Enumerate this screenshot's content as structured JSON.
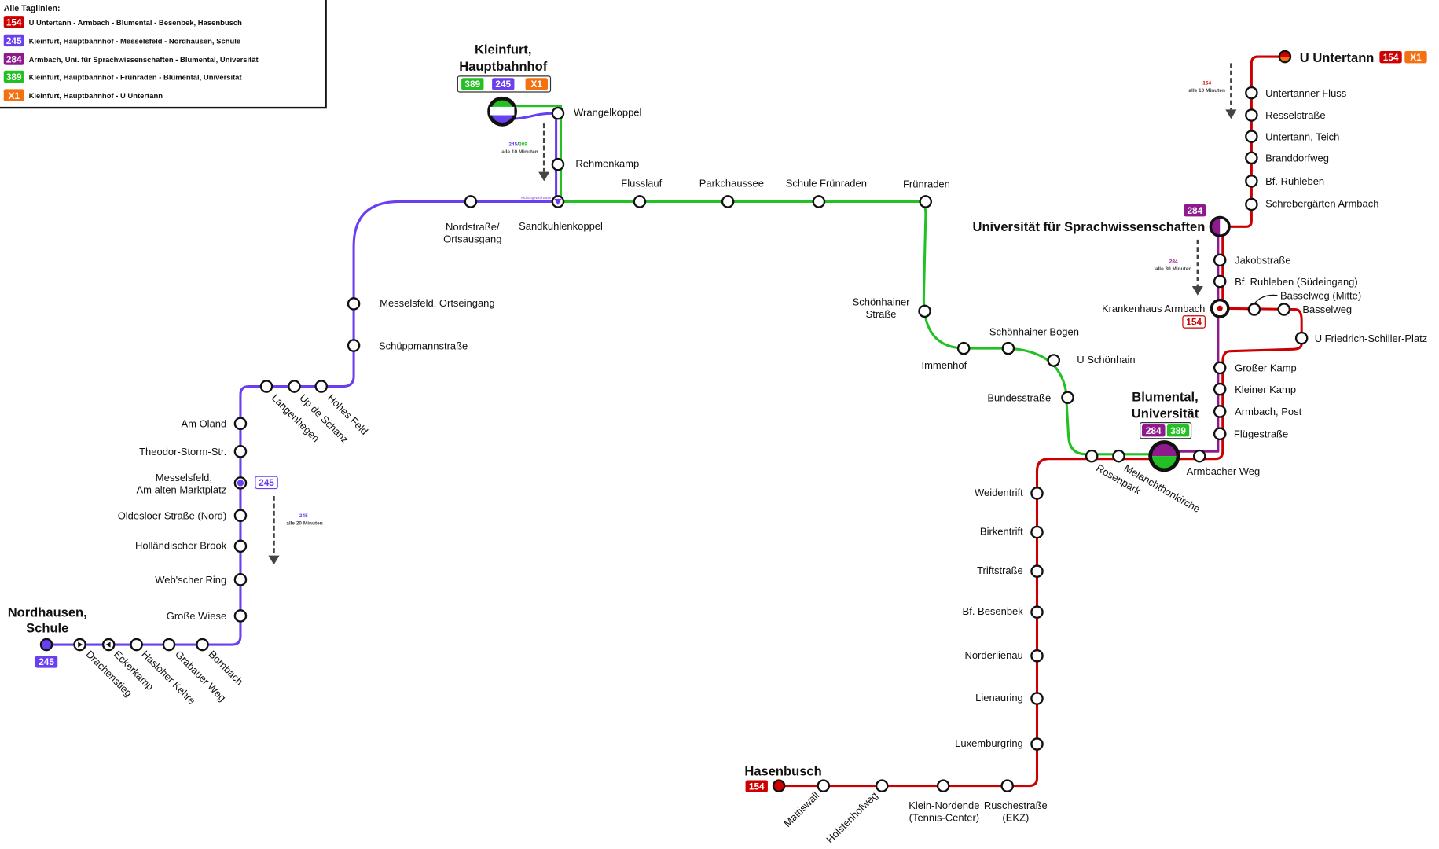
{
  "colors": {
    "l154": "#cc0000",
    "l245": "#6a3ff0",
    "l284": "#8e1a8e",
    "l389": "#22c022",
    "lX1": "#f57010"
  },
  "legend": {
    "title": "Alle Taglinien:",
    "items": [
      {
        "num": "154",
        "color": "#cc0000",
        "text": "U Untertann - Armbach - Blumental - Besenbek, Hasenbusch"
      },
      {
        "num": "245",
        "color": "#6a3ff0",
        "text": "Kleinfurt, Hauptbahnhof - Messelsfeld - Nordhausen, Schule"
      },
      {
        "num": "284",
        "color": "#8e1a8e",
        "text": "Armbach, Uni. für Sprachwissenschaften - Blumental, Universität"
      },
      {
        "num": "389",
        "color": "#22c022",
        "text": "Kleinfurt, Hauptbahnhof - Frünraden - Blumental, Universität"
      },
      {
        "num": "X1",
        "color": "#f57010",
        "text": "Kleinfurt, Hauptbahnhof - U Untertann"
      }
    ]
  },
  "hubs": {
    "kleinfurt": {
      "lines": [
        "Kleinfurt,",
        "Hauptbahnhof"
      ],
      "badges": [
        "389",
        "245",
        "X1"
      ]
    },
    "nordhausen": {
      "lines": [
        "Nordhausen,",
        "Schule"
      ],
      "badges": [
        "245"
      ]
    },
    "blumental": {
      "lines": [
        "Blumental,",
        "Universität"
      ],
      "badges": [
        "284",
        "389"
      ]
    },
    "hasenbusch": {
      "lines": [
        "Hasenbusch"
      ],
      "badges": [
        "154"
      ]
    },
    "untertann": {
      "lines": [
        "U Untertann"
      ],
      "badges": [
        "154",
        "X1"
      ]
    },
    "uni": {
      "lines": [
        "Universität für Sprachwissenschaften"
      ],
      "badges": [
        "284"
      ]
    },
    "krankenhaus": {
      "lines": [
        "Krankenhaus Armbach"
      ],
      "badges": [
        "154"
      ]
    },
    "messelsfeld": {
      "lines": [
        "Messelsfeld,",
        "Am alten Marktplatz"
      ],
      "badges": [
        "245"
      ]
    }
  },
  "stations": {
    "wrangelkoppel": "Wrangelkoppel",
    "rehmenkamp": "Rehmenkamp",
    "sandkuhlenkoppel": "Sandkuhlenkoppel",
    "nordstrasse": [
      "Nordstraße/",
      "Ortsausgang"
    ],
    "flusslauf": "Flusslauf",
    "parkchaussee": "Parkchaussee",
    "schule_fruenraden": "Schule Frünraden",
    "fruenraden": "Frünraden",
    "messelsfeld_ortseingang": "Messelsfeld, Ortseingang",
    "schueppmann": "Schüppmannstraße",
    "hohes_feld": "Hohes Feld",
    "up_de_schanz": "Up de Schanz",
    "langenhegen": "Langenhegen",
    "am_oland": "Am Oland",
    "theodor_storm": "Theodor-Storm-Str.",
    "oldesloer": "Oldesloer Straße (Nord)",
    "hollaendischer": "Holländischer Brook",
    "webscher": "Web'scher Ring",
    "grosse_wiese": "Große Wiese",
    "bornbach": "Bornbach",
    "grabauer": "Grabauer Weg",
    "hasloher": "Hasloher Kehre",
    "eckerkamp": "Eckerkamp",
    "drachenstieg": "Drachenstieg",
    "schoenhainer_strasse": [
      "Schönhainer",
      "Straße"
    ],
    "immenhof": "Immenhof",
    "schoenhainer_bogen": "Schönhainer Bogen",
    "u_schoenhain": "U Schönhain",
    "bundesstrasse": "Bundesstraße",
    "rosenpark": "Rosenpark",
    "melanchthon": "Melanchthonkirche",
    "armbacher_weg": "Armbacher Weg",
    "untertanner_fluss": "Untertanner Fluss",
    "resselstrasse": "Resselstraße",
    "untertann_teich": "Untertann, Teich",
    "branddorfweg": "Branddorfweg",
    "bf_ruhleben": "Bf. Ruhleben",
    "schrebergaerten": "Schrebergärten Armbach",
    "jakobstrasse": "Jakobstraße",
    "ruhleben_sued": "Bf. Ruhleben (Südeingang)",
    "basselweg_mitte": "Basselweg (Mitte)",
    "basselweg": "Basselweg",
    "friedrich_schiller": "U Friedrich-Schiller-Platz",
    "grosser_kamp": "Großer Kamp",
    "kleiner_kamp": "Kleiner Kamp",
    "armbach_post": "Armbach, Post",
    "fluegestrasse": "Flügestraße",
    "weidentrift": "Weidentrift",
    "birkentrift": "Birkentrift",
    "triftstrasse": "Triftstraße",
    "bf_besenbek": "Bf. Besenbek",
    "norderlienau": "Norderlienau",
    "lienauring": "Lienauring",
    "luxemburgring": "Luxemburgring",
    "ruschestrasse": [
      "Ruschestraße",
      "(EKZ)"
    ],
    "klein_nordende": [
      "Klein-Nordende",
      "(Tennis-Center)"
    ],
    "holstenhofweg": "Holstenhofweg",
    "mattiswall": "Mattiswall"
  },
  "notes": {
    "kleinfurt": {
      "line_a": "245",
      "sep": "/",
      "line_b": "389",
      "text": "alle 10 Minuten"
    },
    "messelsfeld": {
      "line": "245",
      "text": "alle 20 Minuten"
    },
    "untertann": {
      "line": "154",
      "text": "alle 10 Minuten"
    },
    "uni": {
      "line": "284",
      "text": "alle 30 Minuten"
    },
    "direction": "Richtung Nordhausen"
  }
}
